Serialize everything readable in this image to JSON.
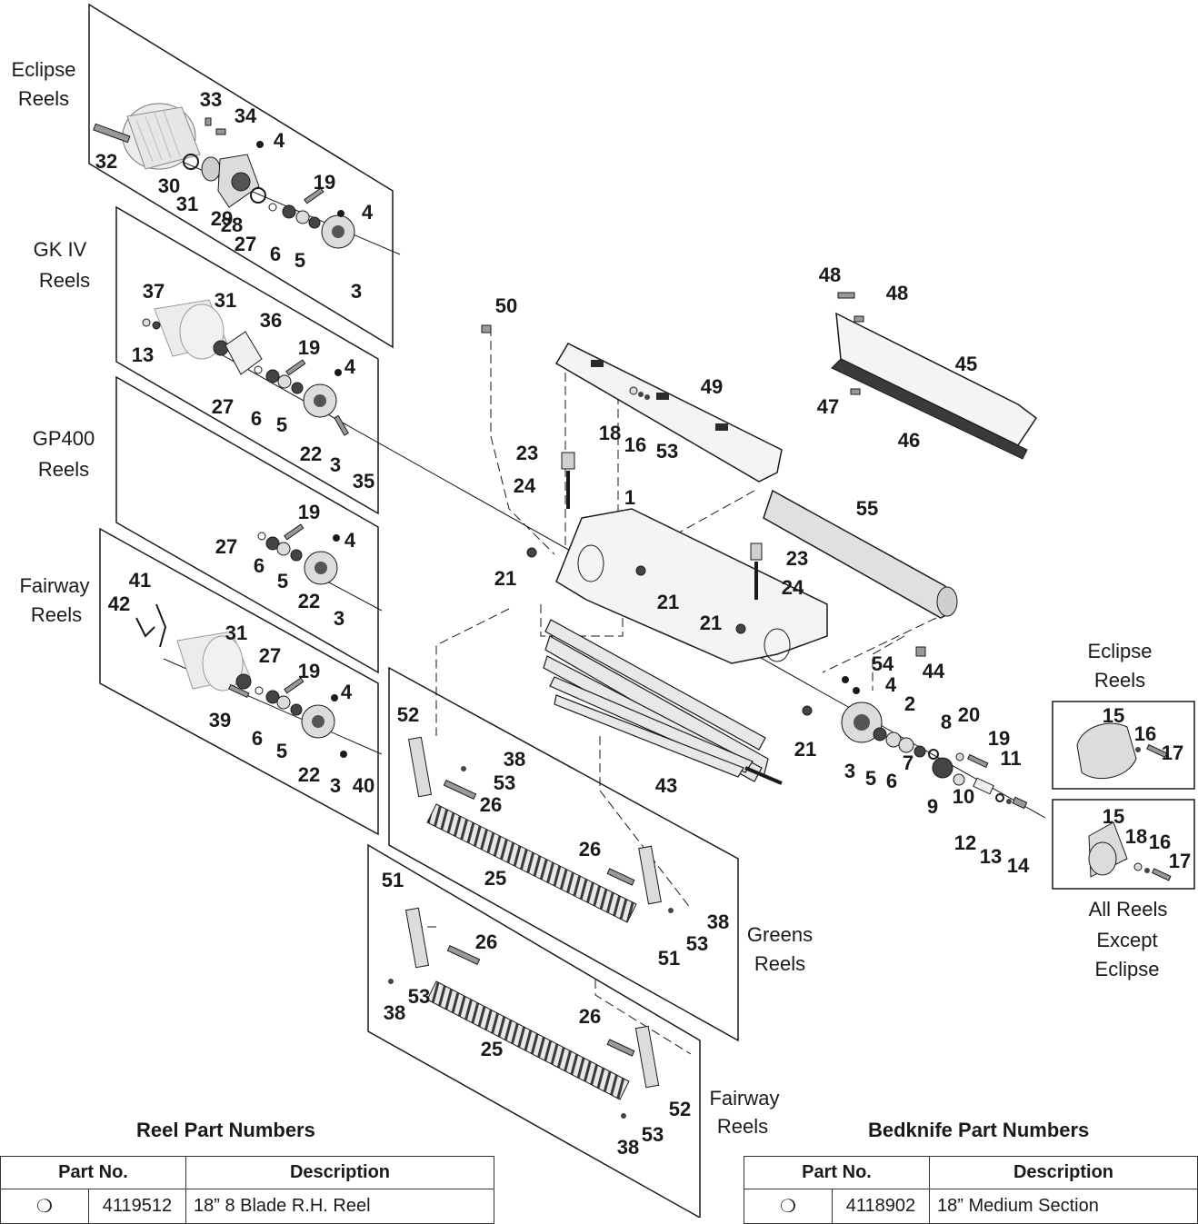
{
  "group_labels": {
    "eclipse_reels": [
      "Eclipse",
      "Reels"
    ],
    "gk_iv_reels": [
      "GK IV",
      "Reels"
    ],
    "gp400_reels": [
      "GP400",
      "Reels"
    ],
    "fairway_reels_left": [
      "Fairway",
      "Reels"
    ],
    "greens_reels": [
      "Greens",
      "Reels"
    ],
    "fairway_reels_bottom": [
      "Fairway",
      "Reels"
    ],
    "inset_eclipse_reels": [
      "Eclipse",
      "Reels"
    ],
    "inset_all_reels": [
      "All Reels",
      "Except",
      "Eclipse"
    ]
  },
  "callouts": {
    "eclipse": [
      "32",
      "33",
      "34",
      "4",
      "30",
      "31",
      "29",
      "28",
      "27",
      "19",
      "4",
      "6",
      "5",
      "3"
    ],
    "gk_iv": [
      "37",
      "31",
      "36",
      "13",
      "19",
      "4",
      "27",
      "6",
      "5",
      "22",
      "3",
      "35"
    ],
    "gp400": [
      "19",
      "27",
      "4",
      "6",
      "5",
      "22",
      "3"
    ],
    "fairway": [
      "41",
      "42",
      "31",
      "27",
      "19",
      "39",
      "4",
      "6",
      "5",
      "22",
      "3",
      "40"
    ],
    "center": [
      "50",
      "23",
      "24",
      "1",
      "21",
      "21",
      "21",
      "23",
      "24",
      "55",
      "18",
      "16",
      "53",
      "49",
      "48",
      "48",
      "45",
      "47",
      "46",
      "44",
      "54",
      "4",
      "2",
      "21",
      "8",
      "20",
      "19",
      "11",
      "3",
      "5",
      "6",
      "7",
      "9",
      "10",
      "12",
      "13",
      "14",
      "43"
    ],
    "greens": [
      "52",
      "38",
      "53",
      "26",
      "26",
      "25",
      "38",
      "53",
      "51"
    ],
    "fairway_rollers": [
      "51",
      "26",
      "38",
      "53",
      "26",
      "25",
      "52",
      "53",
      "38"
    ],
    "inset_eclipse": [
      "15",
      "16",
      "17"
    ],
    "inset_all": [
      "15",
      "18",
      "16",
      "17"
    ]
  },
  "reel_table": {
    "title": "Reel Part Numbers",
    "headers": [
      "Part No.",
      "Description"
    ],
    "rows": [
      {
        "mark": "❍",
        "part_no": "4119512",
        "description": "18” 8 Blade R.H. Reel"
      }
    ]
  },
  "bedknife_table": {
    "title": "Bedknife Part Numbers",
    "headers": [
      "Part No.",
      "Description"
    ],
    "rows": [
      {
        "mark": "❍",
        "part_no": "4118902",
        "description": "18” Medium Section"
      }
    ]
  },
  "colors": {
    "ink": "#1a1a1a",
    "part_fill": "#dcdcdc",
    "part_dark": "#555555",
    "motor_fill": "#ececec"
  }
}
